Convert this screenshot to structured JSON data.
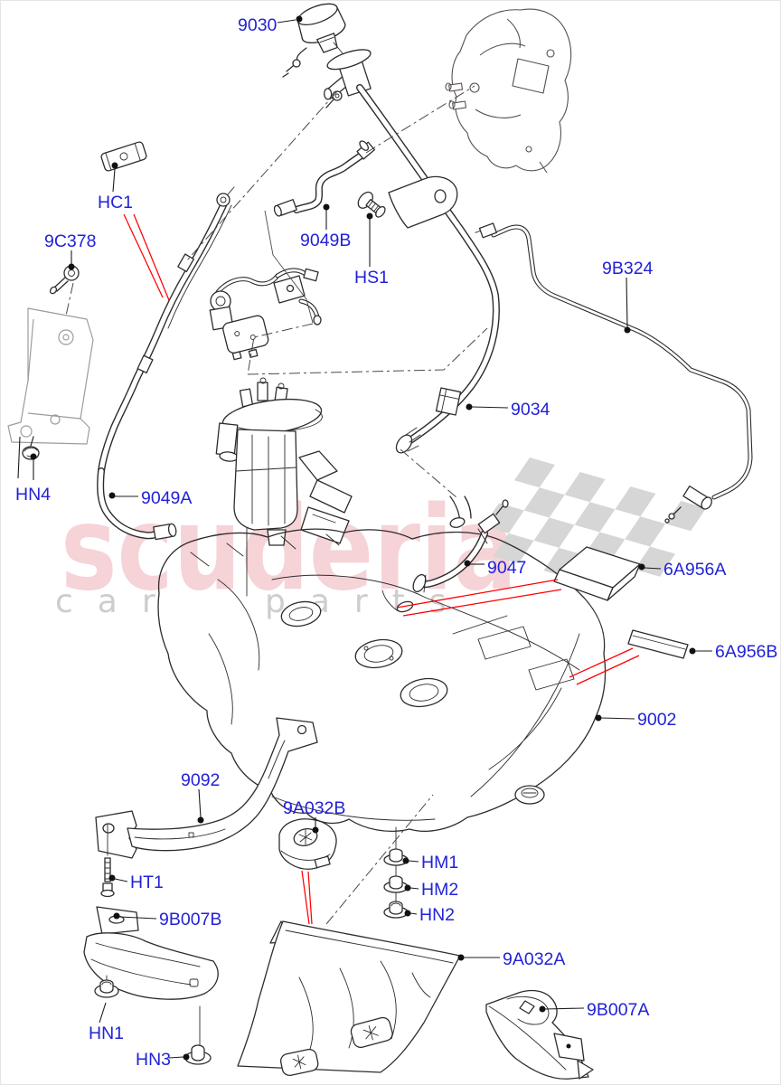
{
  "labels": {
    "p9030": "9030",
    "hc1": "HC1",
    "p9c378": "9C378",
    "p9049b": "9049B",
    "hs1": "HS1",
    "p9b324": "9B324",
    "p9034": "9034",
    "hn4": "HN4",
    "p9049a": "9049A",
    "p9047": "9047",
    "p6a956a": "6A956A",
    "p6a956b": "6A956B",
    "p9002": "9002",
    "p9092": "9092",
    "p9a032b": "9A032B",
    "hm1": "HM1",
    "hm2": "HM2",
    "hn2": "HN2",
    "ht1": "HT1",
    "p9b007b": "9B007B",
    "hn1": "HN1",
    "hn3": "HN3",
    "p9a032a": "9A032A",
    "p9b007a": "9B007A"
  },
  "watermark": {
    "brand": "scuderia",
    "sub_left": "car",
    "sub_right": "parts",
    "checker": {
      "rows": 4,
      "cols": 7,
      "cell": 29
    }
  },
  "colors": {
    "label_blue": "#2222D8",
    "leader_red": "#ff0000",
    "line_black": "#2f2b2b",
    "watermark_pink": "#f5d3d7",
    "watermark_gray": "#cdcdcd",
    "checker_gray": "#d6d6d6",
    "background": "#ffffff"
  }
}
